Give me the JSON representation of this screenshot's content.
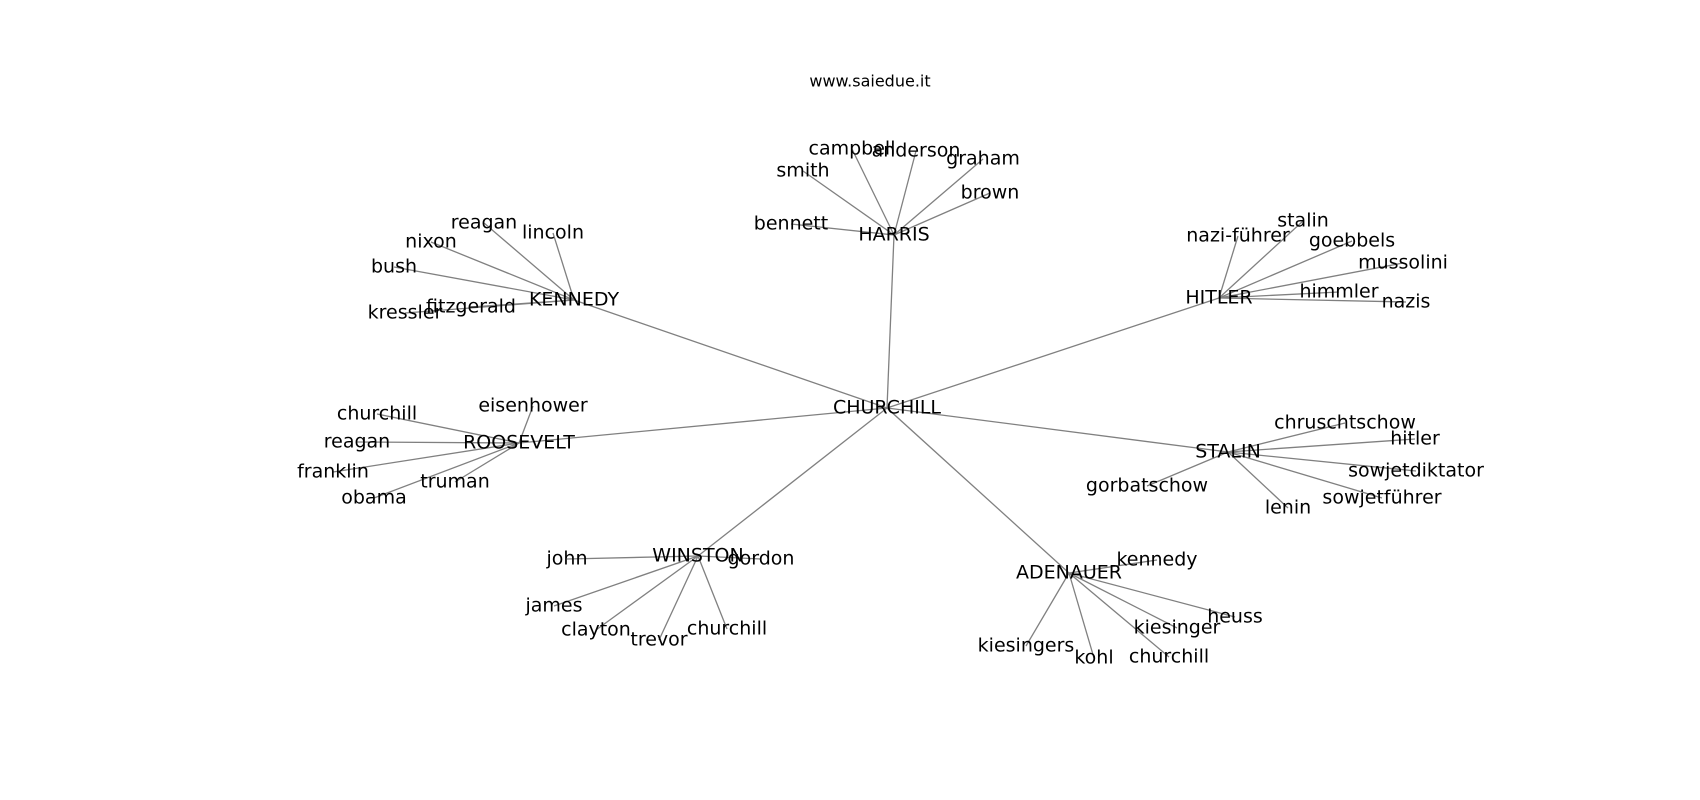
{
  "header": {
    "source_text": "www.saiedue.it"
  },
  "colors": {
    "edge": "#808080",
    "text": "#000000",
    "background": "#ffffff"
  },
  "graph": {
    "center": "CHURCHILL",
    "hubs": [
      {
        "label": "HARRIS",
        "children": [
          "campbell",
          "anderson",
          "smith",
          "graham",
          "brown",
          "bennett"
        ]
      },
      {
        "label": "KENNEDY",
        "children": [
          "reagan",
          "lincoln",
          "nixon",
          "bush",
          "fitzgerald",
          "kressler"
        ]
      },
      {
        "label": "HITLER",
        "children": [
          "stalin",
          "nazi-führer",
          "goebbels",
          "mussolini",
          "himmler",
          "nazis"
        ]
      },
      {
        "label": "ROOSEVELT",
        "children": [
          "eisenhower",
          "churchill",
          "reagan",
          "franklin",
          "truman",
          "obama"
        ]
      },
      {
        "label": "STALIN",
        "children": [
          "chruschtschow",
          "hitler",
          "sowjetdiktator",
          "gorbatschow",
          "sowjetführer",
          "lenin"
        ]
      },
      {
        "label": "WINSTON",
        "children": [
          "john",
          "gordon",
          "james",
          "clayton",
          "trevor",
          "churchill"
        ]
      },
      {
        "label": "ADENAUER",
        "children": [
          "kennedy",
          "heuss",
          "kiesinger",
          "kiesingers",
          "kohl",
          "churchill"
        ]
      }
    ]
  }
}
